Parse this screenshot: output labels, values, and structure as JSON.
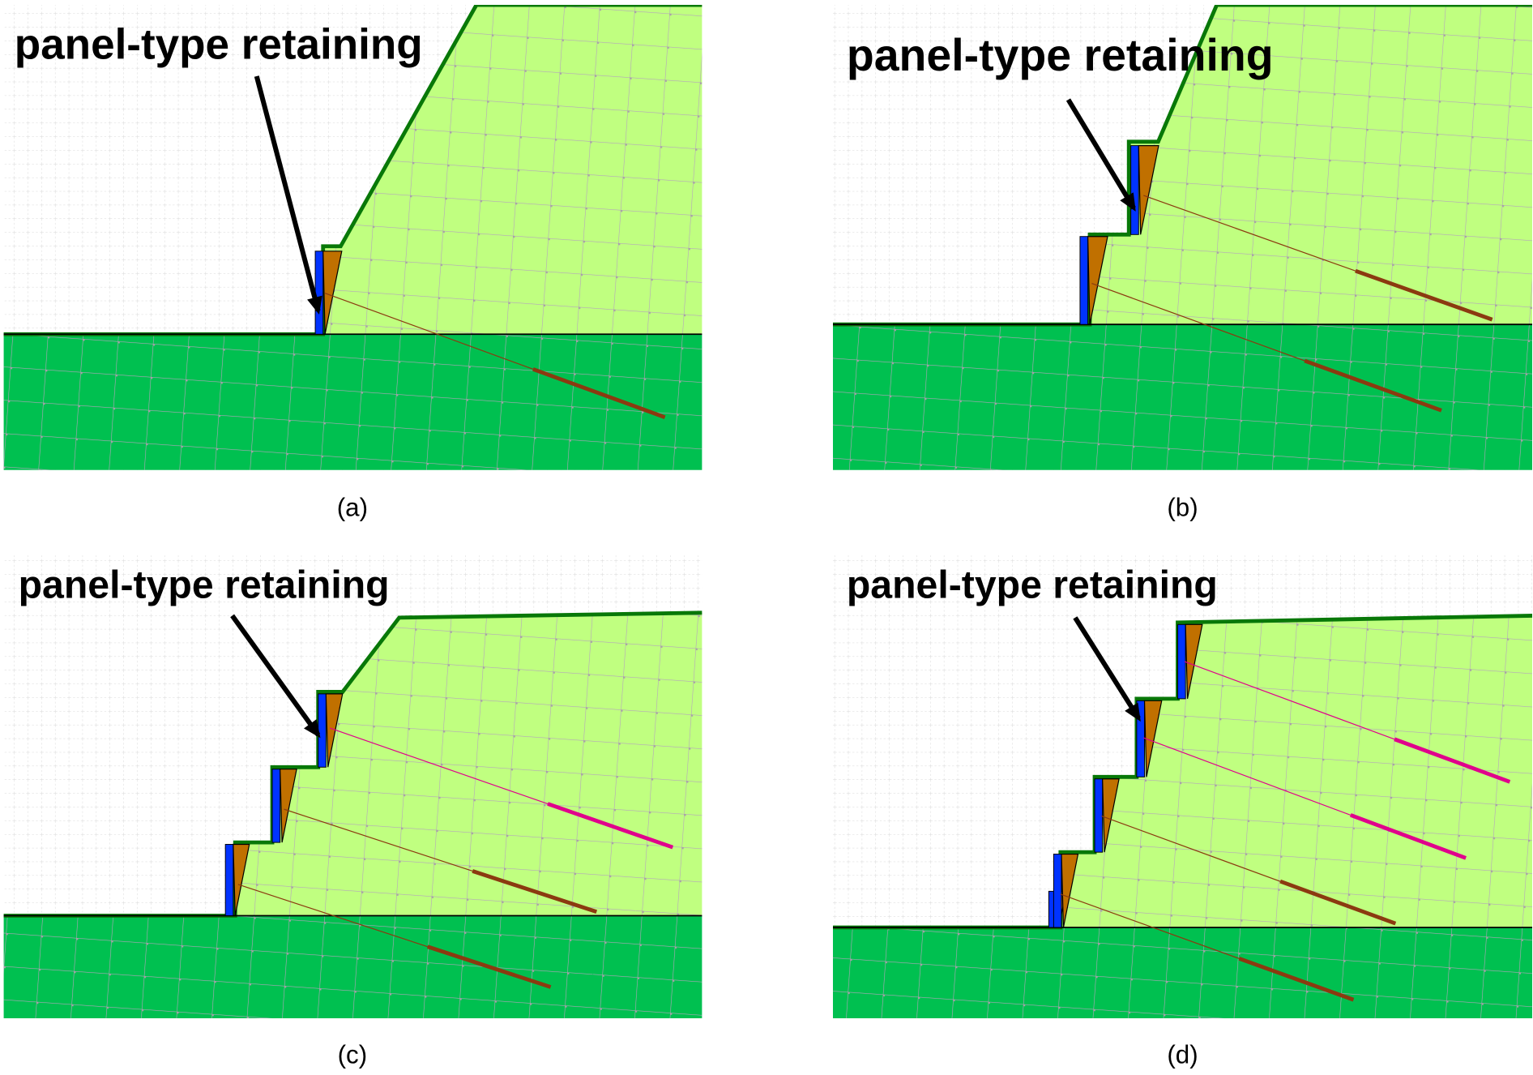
{
  "panels": [
    {
      "id": "a",
      "label": "panel-type retaining",
      "caption": "(a)"
    },
    {
      "id": "b",
      "label": "panel-type retaining",
      "caption": "(b)"
    },
    {
      "id": "c",
      "label": "panel-type retaining",
      "caption": "(c)"
    },
    {
      "id": "d",
      "label": "panel-type retaining",
      "caption": "(d)"
    }
  ],
  "colors": {
    "foundation": "#00c050",
    "backfill": "#c0ff80",
    "outline": "#087808",
    "wall_blue": "#0033ff",
    "wall_brown": "#c07000",
    "anchor_brown": "#8b3a10",
    "anchor_pink": "#e0008c",
    "mesh": "#b4a4bc"
  }
}
